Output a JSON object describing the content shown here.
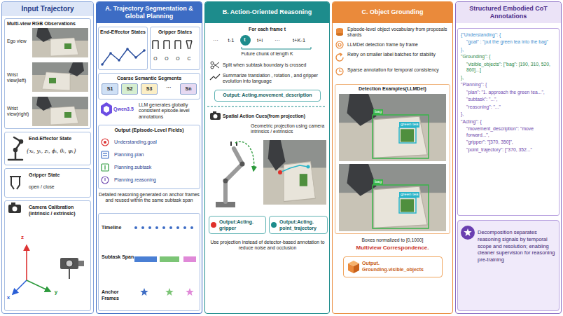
{
  "diagram": {
    "nodes": [
      {
        "text": [
          "Input Trajectory"
        ]
      },
      {
        "text": [
          "Multi-view RGB Observations",
          "Ego view",
          "Wrist view(left)",
          "Wrist view(right)"
        ],
        "in": 0
      },
      {
        "text": [
          "End-Effector State",
          "{xₜ, yₜ, zₜ, ϕₜ, θₜ, ψₜ}"
        ],
        "in": 0
      },
      {
        "text": [
          "Gripper State",
          "open / close"
        ],
        "in": 0
      },
      {
        "text": [
          "Camera Calibration (intrinsic / extrinsic)"
        ],
        "in": 0
      },
      {
        "text": [
          "A. Trajectory Segmentation & Global Planning"
        ]
      },
      {
        "text": [
          "End-Effector States"
        ],
        "in": 5
      },
      {
        "text": [
          "Gripper States"
        ],
        "in": 5
      },
      {
        "text": [
          "Coarse Semantic Segments"
        ],
        "in": 5
      },
      {
        "text": [
          "S1"
        ],
        "in": 8
      },
      {
        "text": [
          "S2"
        ],
        "in": 8
      },
      {
        "text": [
          "S3"
        ],
        "in": 8
      },
      {
        "text": [
          "Sn"
        ],
        "in": 8
      },
      {
        "text": [
          "Output (Episode-Level Fields)",
          "Understanding.goal",
          "Planning.plan",
          "Planning.subtask",
          "Planning.reasoning"
        ],
        "in": 5
      },
      {
        "text": [
          "Timeline",
          "Subtask Span",
          "Anchor Frames"
        ],
        "in": 5
      },
      {
        "text": [
          "B. Action-Oriented Reasoning"
        ]
      },
      {
        "text": [
          "t"
        ],
        "in": 15
      },
      {
        "text": [
          "Output: Acting.movement_description"
        ],
        "in": 15
      },
      {
        "text": [
          "Output:Acting. gripper"
        ],
        "in": 15
      },
      {
        "text": [
          "Output:Acting. point_trajectory"
        ],
        "in": 15
      },
      {
        "text": [
          "C. Object Grounding"
        ]
      },
      {
        "text": [
          "Detection Examples(LLMDet)"
        ],
        "in": 20
      },
      {
        "text": [
          "Output. Grounding.visible_objects"
        ],
        "in": 20
      },
      {
        "text": [
          "Structured Embodied CoT Annotations"
        ]
      },
      {
        "text": [
          "{\"Understanding\": {",
          "\"goal\" : \"put the green tea into the bag\"",
          "},",
          "\"Grounding\": {",
          "\"visible_objects\": [\"bag\": [190, 310, 520, 860]...]",
          "},",
          "\"Planning\": {",
          "\"plan\": \"1. approach the green tea...\",",
          "\"subtask\": \"...\",",
          "\"reasoning\": \"...\"",
          "},",
          "\"Acting\": {",
          "\"movement_description\": \"move forward...\",",
          "\"gripper\": \"[370, 350]\",",
          "\"point_trajectory\": [\"370, 352...\""
        ],
        "in": 23
      },
      {
        "text": [
          "Decomposition separates reasoning signals by temporal scope and resolution; enabling cleaner supervision for reasoning pre-training"
        ],
        "in": 23
      }
    ],
    "labels": [
      "z",
      "x",
      "y",
      "O",
      "O",
      "O",
      "C",
      "···",
      "Qwen3.5",
      "LLM generates globally consistent episode-level annotations",
      "Detailed reasoning generated on anchor frames and reused within the same subtask span",
      "For each frame t",
      "···",
      "t-1",
      "t+i",
      "···",
      "t+K-1",
      "Future chunk of length K",
      "Split when subtask boundary is crossed",
      "Summarize translation , rotation , and gripper evolution into language",
      "Spatial Action Cues(from projection)",
      "Geometric projection using camera intrinsics / extrinsics",
      "Use projection instead of detector-based annotation to reduce noise and occlusion",
      "Episode-level object vocabulary from proposals shards",
      "LLMDet detection frame by frame",
      "Retry on smaller label batches for stability",
      "Sparse annotation for temporal consistency",
      "bag",
      "green tea",
      "bag",
      "green tea",
      "Boxes normalized to [0,1000]",
      "Multiview Correspondence."
    ]
  }
}
